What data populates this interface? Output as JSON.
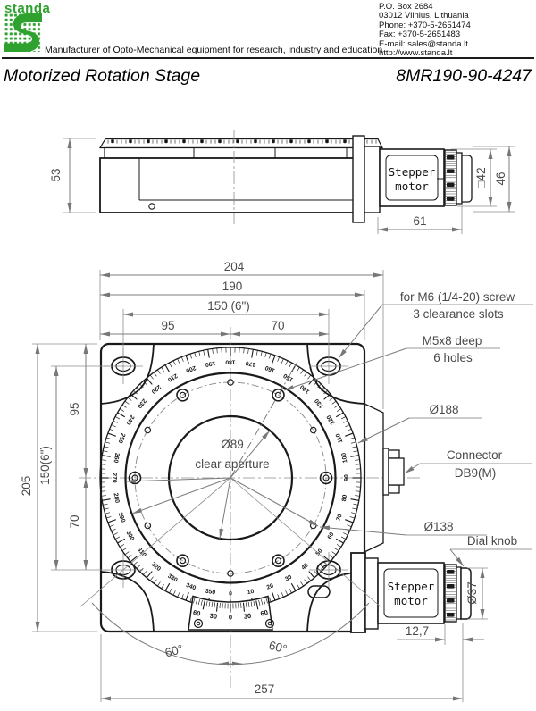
{
  "header": {
    "logo_text": "standa",
    "tagline": "Manufacturer of Opto-Mechanical equipment for research, industry and education",
    "contact_lines": [
      "P.O. Box 2684",
      "03012 Vilnius, Lithuania",
      "Phone: +370-5-2651474",
      "Fax: +370-5-2651483",
      "E-mail: sales@standa.lt",
      "http://www.standa.lt"
    ]
  },
  "title": {
    "product": "Motorized Rotation Stage",
    "model": "8MR190-90-4247"
  },
  "colors": {
    "brand_green": "#2FA12F",
    "line": "#1a1a1a",
    "dim_gray": "#7c7c7c",
    "dim_text": "#4a4a4a"
  },
  "side_view": {
    "motor_label": [
      "Stepper",
      "motor"
    ],
    "dim_height": "53",
    "dim_motor_length": "61",
    "dim_motor_square": "□42",
    "dim_motor_height": "46"
  },
  "front_view": {
    "motor_label": [
      "Stepper",
      "motor"
    ],
    "aperture_label": [
      "Ø89",
      "clear aperture"
    ],
    "callouts": {
      "m6_line1": "for M6 (1/4-20) screw",
      "m6_line2": "3 clearance slots",
      "m5_line1": "M5x8 deep",
      "m5_line2": "6 holes",
      "d188": "Ø188",
      "connector_line1": "Connector",
      "connector_line2": "DB9(M)",
      "d138": "Ø138",
      "dial_knob": "Dial knob"
    },
    "dims": {
      "width_total": "204",
      "width_body": "190",
      "width_slots": "150 (6\")",
      "width_left": "95",
      "width_right": "70",
      "height_total": "205",
      "height_slots": "150(6\")",
      "height_top": "95",
      "height_bottom": "70",
      "width_overall": "257",
      "knob_diameter": "Ø37",
      "knob_offset": "12,7",
      "angle_left": "60°",
      "angle_right": "60°"
    },
    "dial_degree_labels": [
      "0",
      "10",
      "20",
      "30",
      "40",
      "50",
      "60",
      "70",
      "80",
      "90",
      "100",
      "110",
      "120",
      "130",
      "140",
      "150",
      "160",
      "170",
      "180",
      "190",
      "200",
      "210",
      "220",
      "230",
      "240",
      "250",
      "260",
      "270",
      "280",
      "290",
      "300",
      "310",
      "320",
      "330",
      "340",
      "350"
    ],
    "vernier_labels": [
      "60",
      "30",
      "0",
      "30",
      "60"
    ]
  }
}
